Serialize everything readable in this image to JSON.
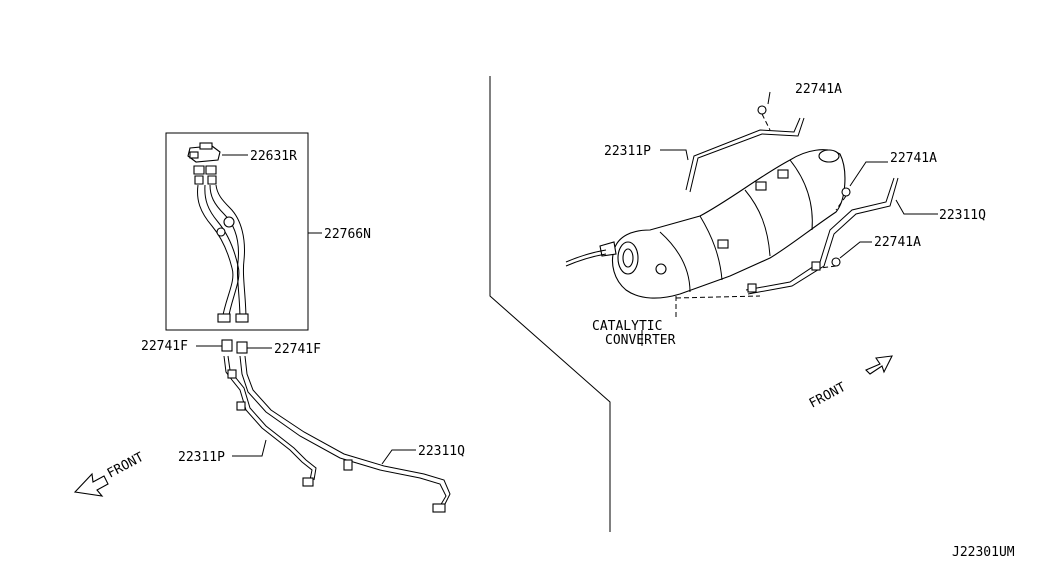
{
  "diagram_id": "J22301UM",
  "left_view": {
    "labels": {
      "sensor": "22631R",
      "hose_assembly": "22766N",
      "clamp_left": "22741F",
      "clamp_right": "22741F",
      "tube_p": "22311P",
      "tube_q": "22311Q"
    },
    "front": "FRONT"
  },
  "right_view": {
    "labels": {
      "clamp_top": "22741A",
      "tube_p": "22311P",
      "clamp_mid": "22741A",
      "tube_q": "22311Q",
      "clamp_bottom": "22741A",
      "converter_line1": "CATALYTIC",
      "converter_line2": "CONVERTER"
    },
    "front": "FRONT"
  }
}
